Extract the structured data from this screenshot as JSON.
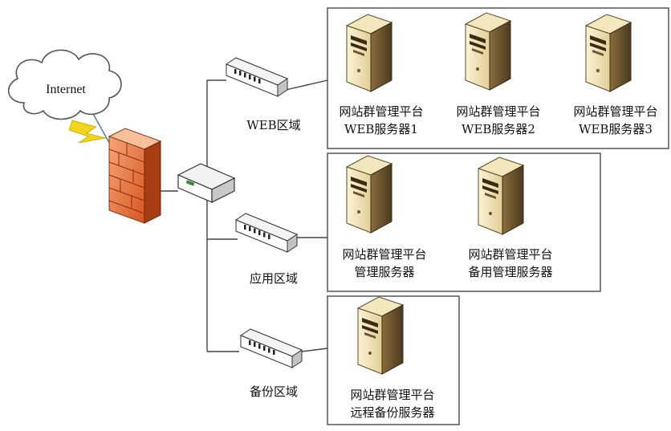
{
  "internet": {
    "label": "Internet"
  },
  "zones": [
    {
      "label": "WEB区域",
      "servers": [
        {
          "line1": "网站群管理平台",
          "line2": "WEB服务器1"
        },
        {
          "line1": "网站群管理平台",
          "line2": "WEB服务器2"
        },
        {
          "line1": "网站群管理平台",
          "line2": "WEB服务器3"
        }
      ]
    },
    {
      "label": "应用区域",
      "servers": [
        {
          "line1": "网站群管理平台",
          "line2": "管理服务器"
        },
        {
          "line1": "网站群管理平台",
          "line2": "备用管理服务器"
        }
      ]
    },
    {
      "label": "备份区域",
      "servers": [
        {
          "line1": "网站群管理平台",
          "line2": "远程备份服务器"
        }
      ]
    }
  ],
  "colors": {
    "firewall": "#e8703a",
    "server_body": "#efe0b0",
    "box_border": "#555555",
    "line": "#444444"
  }
}
